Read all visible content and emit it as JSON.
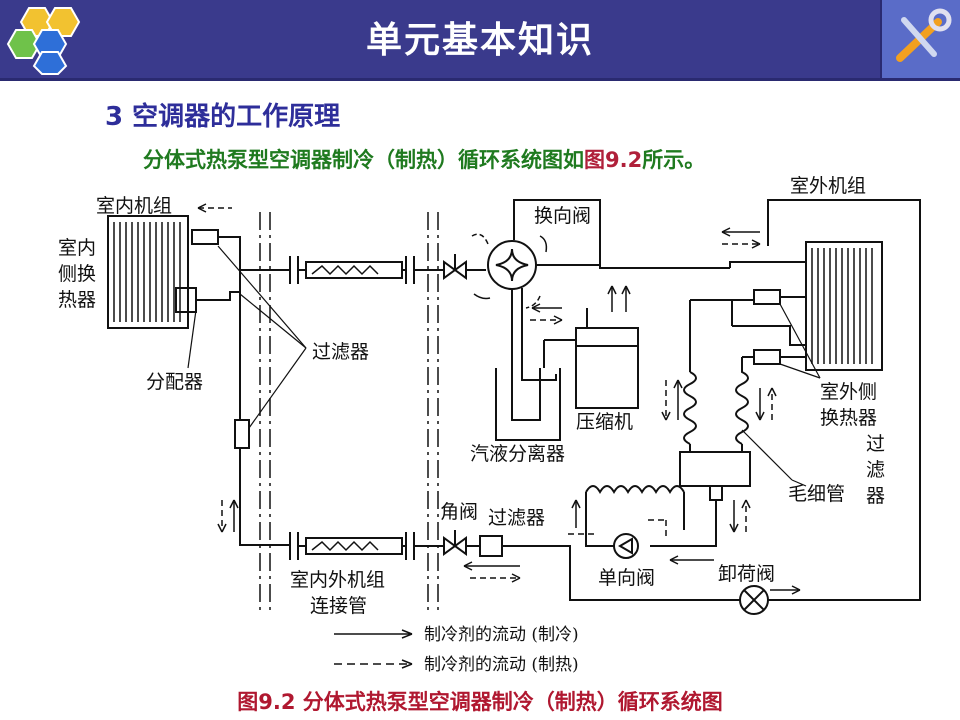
{
  "header": {
    "title": "单元基本知识",
    "logo_icon": "hexagon-cluster-icon",
    "tool_icon": "wrench-icon",
    "colors": {
      "bar": "#3a3a8c",
      "hex_yellow": "#f2c230",
      "hex_green": "#6fc24a",
      "hex_blue": "#2e6fd8"
    }
  },
  "section": {
    "title": "3 空调器的工作原理"
  },
  "subtitle": {
    "prefix": "分体式热泵型空调器制冷（制热）循环系统图如",
    "ref": "图9.2",
    "suffix": "所示。"
  },
  "diagram": {
    "labels": {
      "indoor_unit": "室内机组",
      "indoor_hx_1": "室内",
      "indoor_hx_2": "侧换",
      "indoor_hx_3": "热器",
      "distributor": "分配器",
      "filter_upper": "过滤器",
      "reversing_valve": "换向阀",
      "outdoor_unit": "室外机组",
      "accumulator": "汽液分离器",
      "compressor": "压缩机",
      "outdoor_hx_1": "室外侧",
      "outdoor_hx_2": "换热器",
      "outdoor_filter_1": "过",
      "outdoor_filter_2": "滤",
      "outdoor_filter_3": "器",
      "capillary": "毛细管",
      "angle_valve": "角阀",
      "filter_lower": "过滤器",
      "check_valve": "单向阀",
      "unloading_valve": "卸荷阀",
      "connecting_pipe_1": "室内外机组",
      "connecting_pipe_2": "连接管"
    },
    "legend": [
      {
        "style": "solid",
        "label": "制冷剂的流动 (制冷)"
      },
      {
        "style": "dashed",
        "label": "制冷剂的流动 (制热)"
      }
    ]
  },
  "caption": "图9.2 分体式热泵型空调器制冷（制热）循环系统图"
}
